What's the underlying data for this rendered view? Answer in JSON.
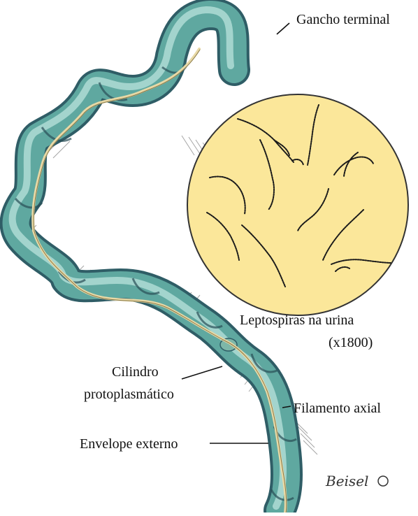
{
  "labels": {
    "terminal_hook": "Gancho terminal",
    "urine_line1": "Leptospiras na urina",
    "urine_line2": "(x1800)",
    "cylinder_line1": "Cilindro",
    "cylinder_line2": "protoplasmático",
    "axial_filament": "Filamento axial",
    "outer_envelope": "Envelope externo"
  },
  "signature": {
    "name": "Beisel",
    "copyright": "©"
  },
  "colors": {
    "body_fill": "#5fa8a0",
    "body_highlight": "#b9e3dc",
    "body_dark": "#2f5d66",
    "axial_filament": "#e8d9a6",
    "micro_field": "#fbe79a",
    "micro_border": "#333333",
    "organism": "#1a1a1a",
    "hatching": "#9a9a9a"
  }
}
